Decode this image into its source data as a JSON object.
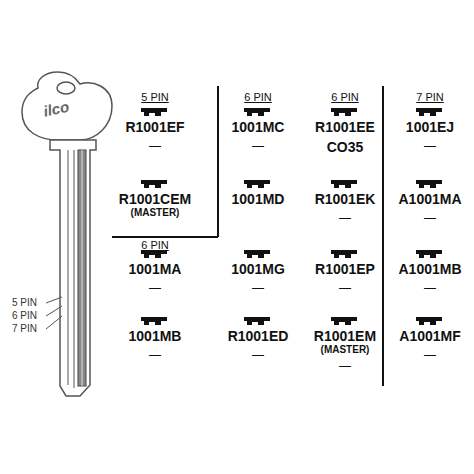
{
  "diagram": {
    "labels": [
      "ilco",
      "5 PIN",
      "6 PIN",
      "7 PIN",
      "5 PIN",
      "6 PIN",
      "6 PIN",
      "7 PIN",
      "R1001EF",
      "1001MC",
      "R1001EE",
      "1001EJ",
      "—",
      "—",
      "CO35",
      "—",
      "R1001CEM",
      "(MASTER)",
      "1001MD",
      "R1001EK",
      "A1001MA",
      "—",
      "—",
      "6 PIN",
      "1001MA",
      "1001MG",
      "R1001EP",
      "A1001MB",
      "—",
      "—",
      "—",
      "—",
      "1001MB",
      "R1001ED",
      "R1001EM",
      "A1001MF",
      "—",
      "—",
      "(MASTER)",
      "—",
      "—"
    ]
  }
}
